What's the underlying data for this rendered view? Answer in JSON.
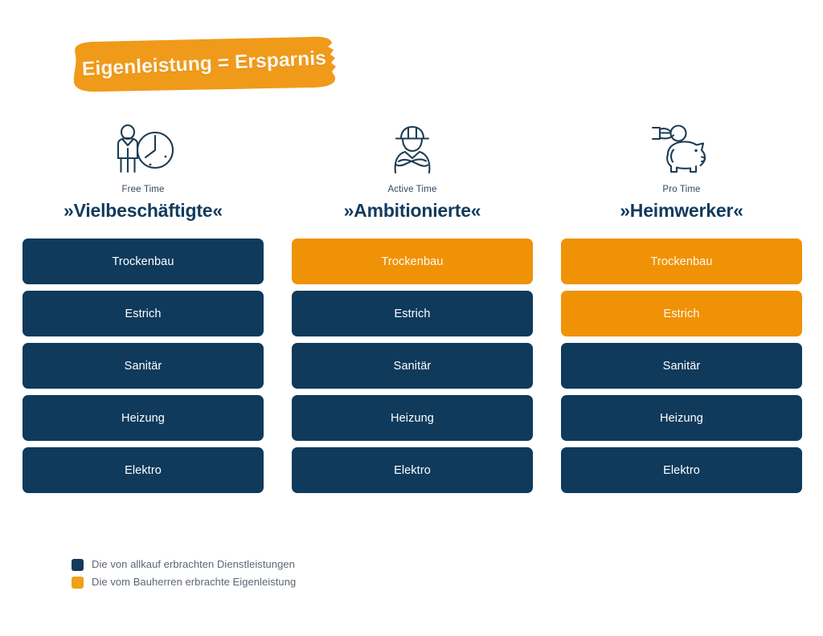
{
  "banner": {
    "label": "Eigenleistung = Ersparnis",
    "color": "#f09a1a"
  },
  "colors": {
    "navy": "#0f3a5c",
    "orange": "#f09206",
    "title": "#123a5e",
    "kicker": "#2c4a63",
    "legend_text": "#5b6672",
    "background": "#ffffff"
  },
  "columns": [
    {
      "icon": "person-with-clock-icon",
      "kicker": "Free Time",
      "title": "»Vielbeschäftigte«",
      "rows": [
        {
          "label": "Trockenbau",
          "party": "navy"
        },
        {
          "label": "Estrich",
          "party": "navy"
        },
        {
          "label": "Sanitär",
          "party": "navy"
        },
        {
          "label": "Heizung",
          "party": "navy"
        },
        {
          "label": "Elektro",
          "party": "navy"
        }
      ]
    },
    {
      "icon": "worker-crossed-arms-icon",
      "kicker": "Active Time",
      "title": "»Ambitionierte«",
      "rows": [
        {
          "label": "Trockenbau",
          "party": "orange"
        },
        {
          "label": "Estrich",
          "party": "navy"
        },
        {
          "label": "Sanitär",
          "party": "navy"
        },
        {
          "label": "Heizung",
          "party": "navy"
        },
        {
          "label": "Elektro",
          "party": "navy"
        }
      ]
    },
    {
      "icon": "piggy-bank-coin-icon",
      "kicker": "Pro Time",
      "title": "»Heimwerker«",
      "rows": [
        {
          "label": "Trockenbau",
          "party": "orange"
        },
        {
          "label": "Estrich",
          "party": "orange"
        },
        {
          "label": "Sanitär",
          "party": "navy"
        },
        {
          "label": "Heizung",
          "party": "navy"
        },
        {
          "label": "Elektro",
          "party": "navy"
        }
      ]
    }
  ],
  "legend": [
    {
      "swatch": "navy",
      "label": "Die von allkauf erbrachten Dienstleistungen"
    },
    {
      "swatch": "orange",
      "label": "Die vom Bauherren erbrachte Eigenleistung"
    }
  ]
}
